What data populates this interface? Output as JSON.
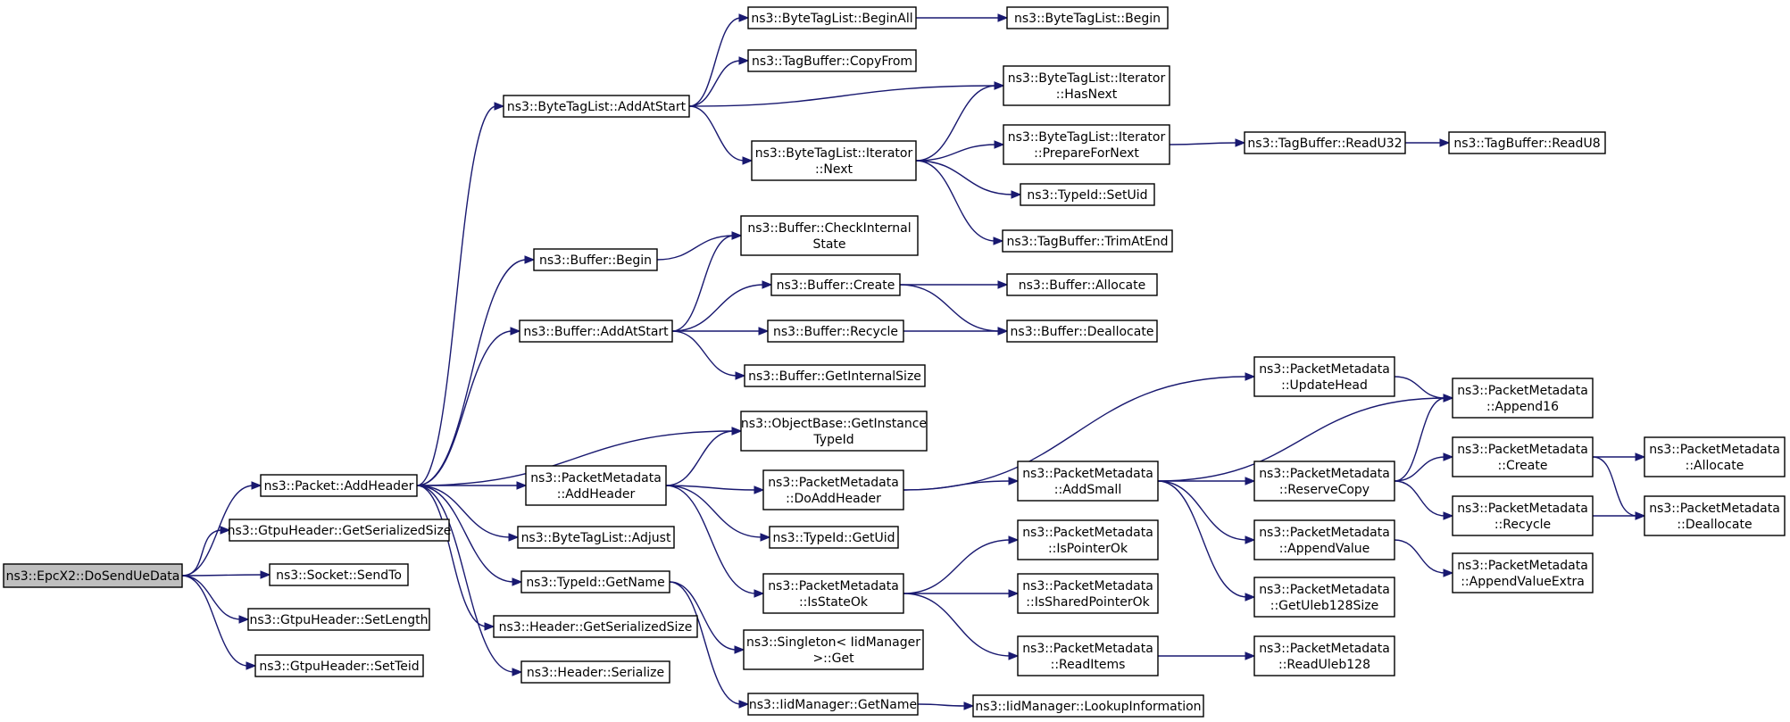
{
  "colors": {
    "edge": "#191970",
    "root_fill": "#bfbfbf",
    "node_fill": "#ffffff",
    "border": "#000000"
  },
  "nodes": {
    "dosendue": [
      "ns3::EpcX2::DoSendUeData"
    ],
    "addheader": [
      "ns3::Packet::AddHeader"
    ],
    "gtpuser": [
      "ns3::GtpuHeader::GetSerializedSize"
    ],
    "sendto": [
      "ns3::Socket::SendTo"
    ],
    "setlength": [
      "ns3::GtpuHeader::SetLength"
    ],
    "setteid": [
      "ns3::GtpuHeader::SetTeid"
    ],
    "btl_addatstart": [
      "ns3::ByteTagList::AddAtStart"
    ],
    "buf_begin": [
      "ns3::Buffer::Begin"
    ],
    "buf_addatstart": [
      "ns3::Buffer::AddAtStart"
    ],
    "pm_addheader": [
      "ns3::PacketMetadata",
      "::AddHeader"
    ],
    "btl_adjust": [
      "ns3::ByteTagList::Adjust"
    ],
    "typeid_getname": [
      "ns3::TypeId::GetName"
    ],
    "hdr_getser": [
      "ns3::Header::GetSerializedSize"
    ],
    "hdr_serialize": [
      "ns3::Header::Serialize"
    ],
    "btl_beginall": [
      "ns3::ByteTagList::BeginAll"
    ],
    "tb_copyfrom": [
      "ns3::TagBuffer::CopyFrom"
    ],
    "btl_it_next": [
      "ns3::ByteTagList::Iterator",
      "::Next"
    ],
    "buf_checkinternal": [
      "ns3::Buffer::CheckInternal",
      "State"
    ],
    "buf_create": [
      "ns3::Buffer::Create"
    ],
    "buf_recycle": [
      "ns3::Buffer::Recycle"
    ],
    "buf_getinternalsize": [
      "ns3::Buffer::GetInternalSize"
    ],
    "ob_getinstance": [
      "ns3::ObjectBase::GetInstance",
      "TypeId"
    ],
    "pm_doaddheader": [
      "ns3::PacketMetadata",
      "::DoAddHeader"
    ],
    "typeid_getuid": [
      "ns3::TypeId::GetUid"
    ],
    "pm_isstateok": [
      "ns3::PacketMetadata",
      "::IsStateOk"
    ],
    "singleton_get": [
      "ns3::Singleton< IidManager",
      ">::Get"
    ],
    "iid_getname": [
      "ns3::IidManager::GetName"
    ],
    "btl_begin": [
      "ns3::ByteTagList::Begin"
    ],
    "btl_it_hasnext": [
      "ns3::ByteTagList::Iterator",
      "::HasNext"
    ],
    "btl_it_prepare": [
      "ns3::ByteTagList::Iterator",
      "::PrepareForNext"
    ],
    "typeid_setuid": [
      "ns3::TypeId::SetUid"
    ],
    "tb_trimatend": [
      "ns3::TagBuffer::TrimAtEnd"
    ],
    "buf_allocate": [
      "ns3::Buffer::Allocate"
    ],
    "buf_deallocate": [
      "ns3::Buffer::Deallocate"
    ],
    "pm_addsmall": [
      "ns3::PacketMetadata",
      "::AddSmall"
    ],
    "pm_ispointerok": [
      "ns3::PacketMetadata",
      "::IsPointerOk"
    ],
    "pm_issharedpointerok": [
      "ns3::PacketMetadata",
      "::IsSharedPointerOk"
    ],
    "pm_readitems": [
      "ns3::PacketMetadata",
      "::ReadItems"
    ],
    "iid_lookup": [
      "ns3::IidManager::LookupInformation"
    ],
    "tb_readu32": [
      "ns3::TagBuffer::ReadU32"
    ],
    "tb_readu8": [
      "ns3::TagBuffer::ReadU8"
    ],
    "pm_updatehead": [
      "ns3::PacketMetadata",
      "::UpdateHead"
    ],
    "pm_reservecopy": [
      "ns3::PacketMetadata",
      "::ReserveCopy"
    ],
    "pm_appendvalue": [
      "ns3::PacketMetadata",
      "::AppendValue"
    ],
    "pm_getuleb128size": [
      "ns3::PacketMetadata",
      "::GetUleb128Size"
    ],
    "pm_readuleb128": [
      "ns3::PacketMetadata",
      "::ReadUleb128"
    ],
    "pm_append16": [
      "ns3::PacketMetadata",
      "::Append16"
    ],
    "pm_create": [
      "ns3::PacketMetadata",
      "::Create"
    ],
    "pm_recycle": [
      "ns3::PacketMetadata",
      "::Recycle"
    ],
    "pm_appendvalueextra": [
      "ns3::PacketMetadata",
      "::AppendValueExtra"
    ],
    "pm_allocate": [
      "ns3::PacketMetadata",
      "::Allocate"
    ],
    "pm_deallocate": [
      "ns3::PacketMetadata",
      "::Deallocate"
    ]
  },
  "edges": [
    [
      "dosendue",
      "addheader"
    ],
    [
      "dosendue",
      "gtpuser"
    ],
    [
      "dosendue",
      "sendto"
    ],
    [
      "dosendue",
      "setlength"
    ],
    [
      "dosendue",
      "setteid"
    ],
    [
      "addheader",
      "btl_addatstart"
    ],
    [
      "addheader",
      "buf_begin"
    ],
    [
      "addheader",
      "buf_addatstart"
    ],
    [
      "addheader",
      "ob_getinstance"
    ],
    [
      "addheader",
      "pm_addheader"
    ],
    [
      "addheader",
      "btl_adjust"
    ],
    [
      "addheader",
      "typeid_getname"
    ],
    [
      "addheader",
      "hdr_getser"
    ],
    [
      "addheader",
      "hdr_serialize"
    ],
    [
      "btl_addatstart",
      "btl_beginall"
    ],
    [
      "btl_addatstart",
      "tb_copyfrom"
    ],
    [
      "btl_addatstart",
      "btl_it_hasnext"
    ],
    [
      "btl_addatstart",
      "btl_it_next"
    ],
    [
      "btl_beginall",
      "btl_begin"
    ],
    [
      "btl_it_next",
      "btl_it_hasnext"
    ],
    [
      "btl_it_next",
      "btl_it_prepare"
    ],
    [
      "btl_it_next",
      "typeid_setuid"
    ],
    [
      "btl_it_next",
      "tb_trimatend"
    ],
    [
      "btl_it_prepare",
      "tb_readu32"
    ],
    [
      "tb_readu32",
      "tb_readu8"
    ],
    [
      "buf_begin",
      "buf_checkinternal"
    ],
    [
      "buf_addatstart",
      "buf_checkinternal"
    ],
    [
      "buf_addatstart",
      "buf_create"
    ],
    [
      "buf_addatstart",
      "buf_recycle"
    ],
    [
      "buf_addatstart",
      "buf_getinternalsize"
    ],
    [
      "buf_create",
      "buf_allocate"
    ],
    [
      "buf_create",
      "buf_deallocate"
    ],
    [
      "buf_recycle",
      "buf_deallocate"
    ],
    [
      "pm_addheader",
      "ob_getinstance"
    ],
    [
      "pm_addheader",
      "pm_doaddheader"
    ],
    [
      "pm_addheader",
      "typeid_getuid"
    ],
    [
      "pm_addheader",
      "pm_isstateok"
    ],
    [
      "typeid_getname",
      "singleton_get"
    ],
    [
      "typeid_getname",
      "iid_getname"
    ],
    [
      "iid_getname",
      "iid_lookup"
    ],
    [
      "pm_doaddheader",
      "pm_updatehead"
    ],
    [
      "pm_doaddheader",
      "pm_addsmall"
    ],
    [
      "pm_updatehead",
      "pm_append16"
    ],
    [
      "pm_addsmall",
      "pm_append16"
    ],
    [
      "pm_addsmall",
      "pm_reservecopy"
    ],
    [
      "pm_addsmall",
      "pm_appendvalue"
    ],
    [
      "pm_addsmall",
      "pm_getuleb128size"
    ],
    [
      "pm_reservecopy",
      "pm_append16"
    ],
    [
      "pm_reservecopy",
      "pm_create"
    ],
    [
      "pm_reservecopy",
      "pm_recycle"
    ],
    [
      "pm_create",
      "pm_allocate"
    ],
    [
      "pm_create",
      "pm_deallocate"
    ],
    [
      "pm_recycle",
      "pm_deallocate"
    ],
    [
      "pm_appendvalue",
      "pm_appendvalueextra"
    ],
    [
      "pm_isstateok",
      "pm_ispointerok"
    ],
    [
      "pm_isstateok",
      "pm_issharedpointerok"
    ],
    [
      "pm_isstateok",
      "pm_readitems"
    ],
    [
      "pm_readitems",
      "pm_readuleb128"
    ]
  ]
}
